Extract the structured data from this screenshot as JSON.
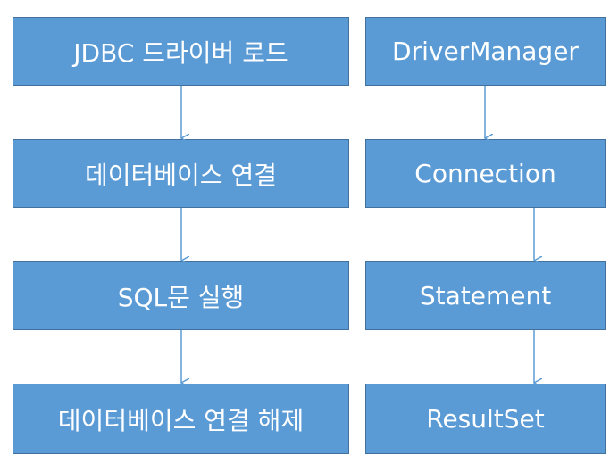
{
  "left_column": {
    "steps": [
      "JDBC 드라이버 로드",
      "데이터베이스 연결",
      "SQL문 실행",
      "데이터베이스 연결 해제"
    ]
  },
  "right_column": {
    "steps": [
      "DriverManager",
      "Connection",
      "Statement",
      "ResultSet"
    ]
  },
  "colors": {
    "box_fill": "#5b9bd5",
    "box_border": "#41719c",
    "text": "#ffffff",
    "arrow": "#5b9bd5"
  }
}
